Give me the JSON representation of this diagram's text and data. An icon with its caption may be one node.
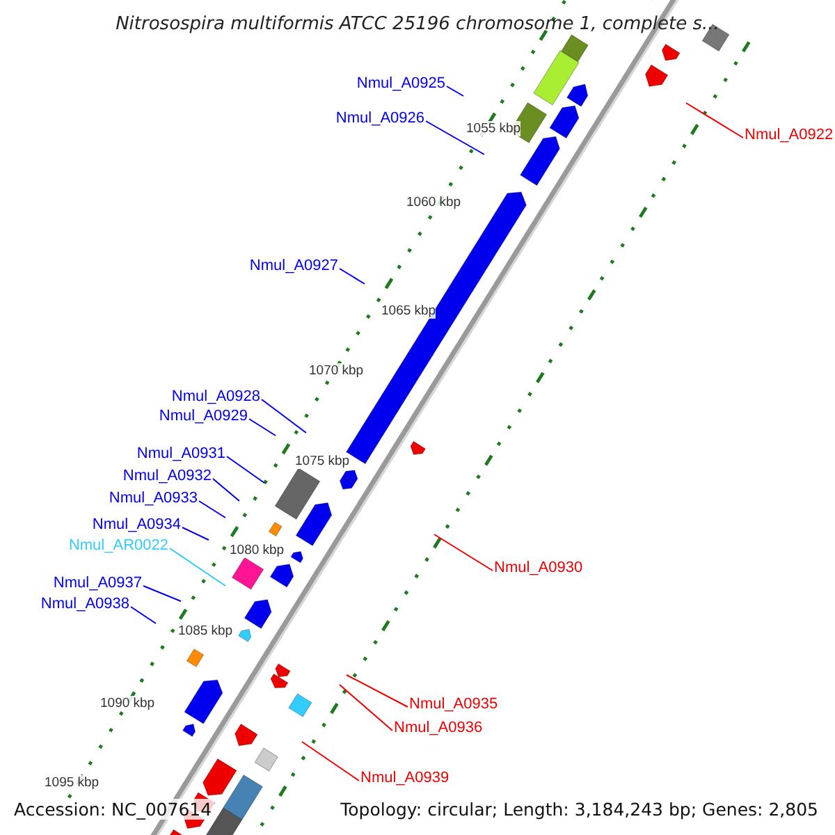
{
  "diagram": {
    "title": "Nitrosospira multiformis ATCC 25196 chromosome 1, complete s...",
    "nodes": [
      {
        "text": [
          "Nmul_A0925"
        ]
      },
      {
        "text": [
          "Nmul_A0922"
        ]
      },
      {
        "text": [
          "Nmul_A0926"
        ]
      },
      {
        "text": [
          "Nmul_A0927"
        ]
      },
      {
        "text": [
          "Nmul_A0928"
        ]
      },
      {
        "text": [
          "Nmul_A0929"
        ]
      },
      {
        "text": [
          "Nmul_A0931"
        ]
      },
      {
        "text": [
          "Nmul_A0932"
        ]
      },
      {
        "text": [
          "Nmul_A0933"
        ]
      },
      {
        "text": [
          "Nmul_A0934"
        ]
      },
      {
        "text": [
          "Nmul_AR0022"
        ]
      },
      {
        "text": [
          "Nmul_A0930"
        ]
      },
      {
        "text": [
          "Nmul_A0937"
        ]
      },
      {
        "text": [
          "Nmul_A0938"
        ]
      },
      {
        "text": [
          "Nmul_A0935"
        ]
      },
      {
        "text": [
          "Nmul_A0936"
        ]
      },
      {
        "text": [
          "Nmul_A0939"
        ]
      }
    ],
    "edges": [
      {
        "from": 0,
        "to": null,
        "arrow": "none"
      },
      {
        "from": 1,
        "to": null,
        "arrow": "none",
        "color": "#ee0000"
      },
      {
        "from": 2,
        "to": null,
        "arrow": "none"
      },
      {
        "from": 3,
        "to": null,
        "arrow": "none"
      },
      {
        "from": 4,
        "to": null,
        "arrow": "none"
      },
      {
        "from": 5,
        "to": null,
        "arrow": "none"
      },
      {
        "from": 6,
        "to": null,
        "arrow": "none"
      },
      {
        "from": 7,
        "to": null,
        "arrow": "none"
      },
      {
        "from": 8,
        "to": null,
        "arrow": "none"
      },
      {
        "from": 9,
        "to": null,
        "arrow": "none"
      },
      {
        "from": 10,
        "to": null,
        "arrow": "none",
        "color": "#33ccff"
      },
      {
        "from": 11,
        "to": null,
        "arrow": "none",
        "color": "#ee0000"
      },
      {
        "from": 12,
        "to": null,
        "arrow": "none"
      },
      {
        "from": 13,
        "to": null,
        "arrow": "none"
      },
      {
        "from": 14,
        "to": null,
        "arrow": "none",
        "color": "#ee0000"
      },
      {
        "from": 15,
        "to": null,
        "arrow": "none",
        "color": "#ee0000"
      },
      {
        "from": 16,
        "to": null,
        "arrow": "none",
        "color": "#ee0000"
      }
    ],
    "labels": [
      "1055 kbp",
      "1060 kbp",
      "1065 kbp",
      "1070 kbp",
      "1075 kbp",
      "1080 kbp",
      "1085 kbp",
      "1090 kbp",
      "1095 kbp",
      "Accession: NC_007614",
      "Topology: circular; Length: 3,184,243 bp; Genes: 2,805"
    ]
  }
}
